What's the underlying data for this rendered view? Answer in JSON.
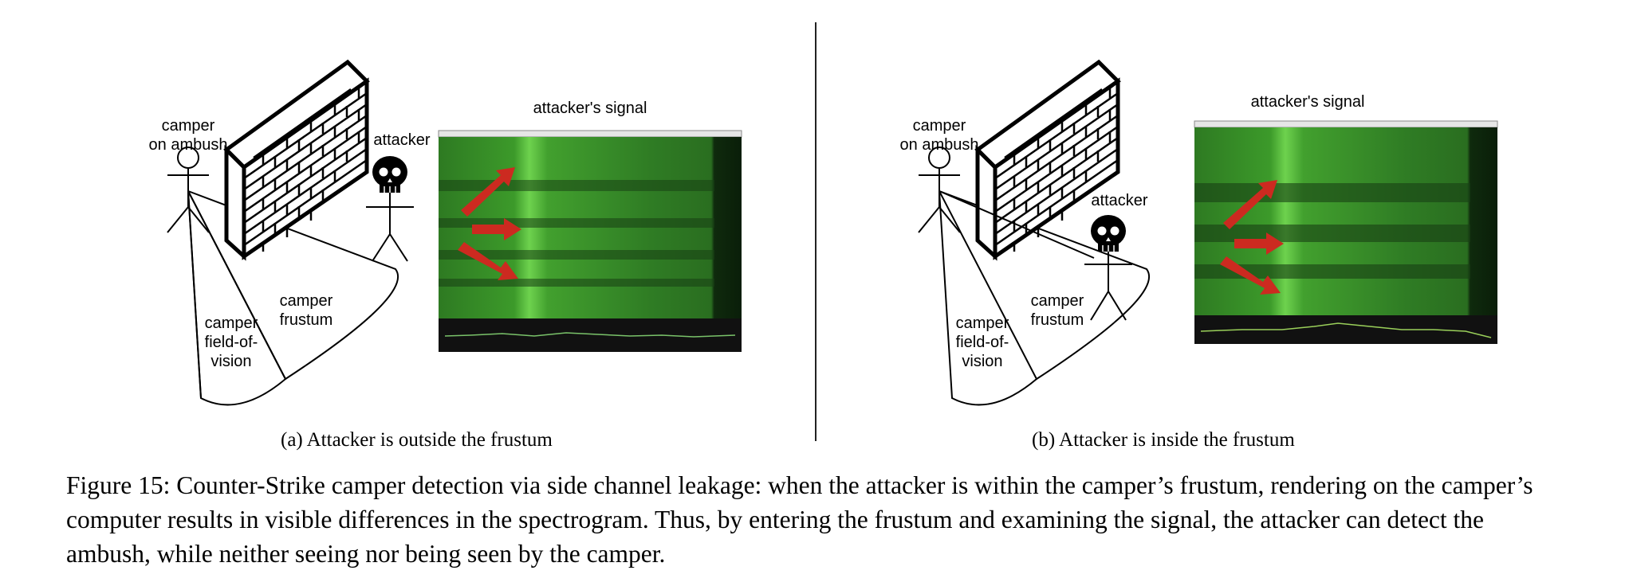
{
  "panels": [
    {
      "camper_label": "camper\non ambush",
      "attacker_label": "attacker",
      "signal_title": "attacker's signal",
      "frustum_label": "camper\nfrustum",
      "fov_label": "camper\nfield-of-\nvision",
      "subcaption": "(a) Attacker is outside the frustum"
    },
    {
      "camper_label": "camper\non ambush",
      "attacker_label": "attacker",
      "signal_title": "attacker's signal",
      "frustum_label": "camper\nfrustum",
      "fov_label": "camper\nfield-of-\nvision",
      "subcaption": "(b) Attacker is inside the frustum"
    }
  ],
  "caption": "Figure 15: Counter-Strike camper detection via side channel leakage: when the attacker is within the camper’s frustum, rendering on the camper’s computer results in visible differences in the spectrogram. Thus, by entering the frustum and examining the signal, the attacker can detect the ambush, while neither seeing nor being seen by the camper.",
  "colors": {
    "spectrogram_green": "#3f9a2a",
    "spectrogram_dark": "#0e2a0c",
    "arrow_red": "#cc2a20"
  },
  "icons": [
    "brick-wall-icon",
    "stick-figure-icon",
    "skull-icon",
    "arrow-icon"
  ]
}
